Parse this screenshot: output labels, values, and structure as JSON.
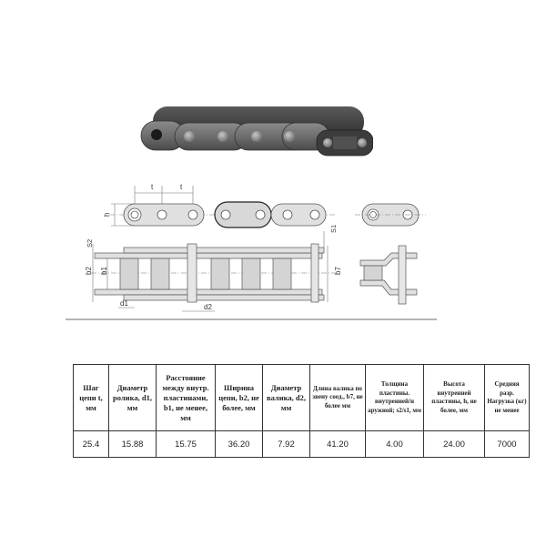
{
  "photo": {
    "alt": "roller-chain-photo"
  },
  "drawing": {
    "labels": {
      "t1": "t",
      "t2": "t",
      "h": "h",
      "s2": "S2",
      "s1": "S1",
      "b2": "b2",
      "b1": "b1",
      "b7": "b7",
      "d1": "d1",
      "d2": "d2"
    }
  },
  "table": {
    "headers": [
      "Шаг цепи t, мм",
      "Диаметр ролика, d1, мм",
      "Расстояние между внутр. пластинами, b1, не менее, мм",
      "Ширина цепи, b2, не более, мм",
      "Диаметр валика, d2, мм",
      "Длина валика по звену соед., b7, не более мм",
      "Толщина пластины. внутренней/н аружной; s2/s1, мм",
      "Высота внутренней пластины, h, не более, мм",
      "Средняя разр. Нагрузка (кг) не менее"
    ],
    "rows": [
      [
        "25.4",
        "15.88",
        "15.75",
        "36.20",
        "7.92",
        "41.20",
        "4.00",
        "24.00",
        "7000"
      ]
    ]
  }
}
